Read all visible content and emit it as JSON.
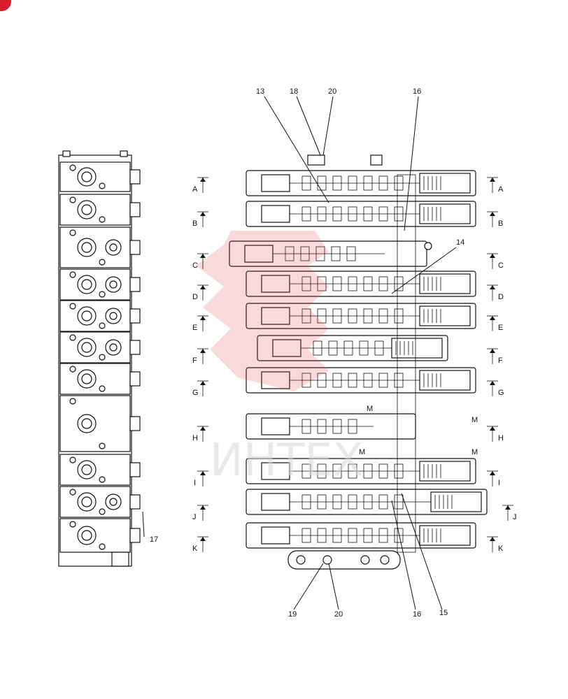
{
  "callouts": [
    "13",
    "18",
    "20",
    "16",
    "14",
    "17",
    "19",
    "20",
    "16",
    "15"
  ],
  "section_marks": [
    "A",
    "B",
    "C",
    "D",
    "E",
    "F",
    "G",
    "H",
    "I",
    "J",
    "K"
  ],
  "extra_marks": [
    "M",
    "M",
    "M",
    "M"
  ],
  "watermark": "ИНТЕХ",
  "colors": {
    "corner_badge": "#d81e2c",
    "watermark_logo": "#e8383f",
    "ink": "#111111"
  }
}
